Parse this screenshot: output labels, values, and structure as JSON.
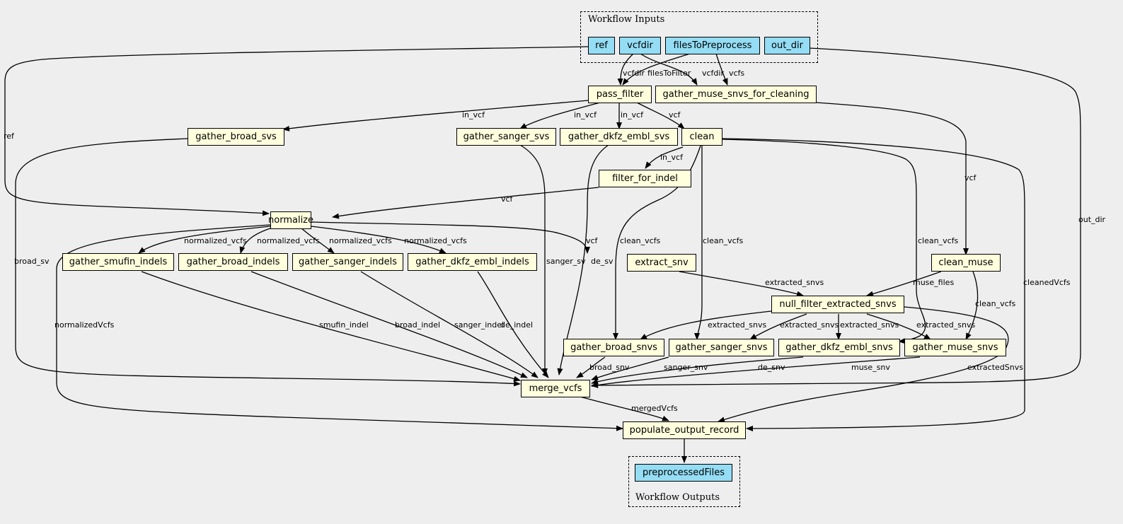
{
  "clusters": {
    "inputs_label": "Workflow Inputs",
    "outputs_label": "Workflow Outputs"
  },
  "inputs": {
    "ref": "ref",
    "vcfdir": "vcfdir",
    "files_to_preprocess": "filesToPreprocess",
    "out_dir": "out_dir"
  },
  "outputs": {
    "preprocessed_files": "preprocessedFiles"
  },
  "steps": {
    "pass_filter": "pass_filter",
    "gather_muse_snvs_for_cleaning": "gather_muse_snvs_for_cleaning",
    "gather_broad_svs": "gather_broad_svs",
    "gather_sanger_svs": "gather_sanger_svs",
    "gather_dkfz_embl_svs": "gather_dkfz_embl_svs",
    "clean": "clean",
    "filter_for_indel": "filter_for_indel",
    "normalize": "normalize",
    "gather_smufin_indels": "gather_smufin_indels",
    "gather_broad_indels": "gather_broad_indels",
    "gather_sanger_indels": "gather_sanger_indels",
    "gather_dkfz_embl_indels": "gather_dkfz_embl_indels",
    "extract_snv": "extract_snv",
    "clean_muse": "clean_muse",
    "null_filter_extracted_snvs": "null_filter_extracted_snvs",
    "gather_broad_snvs": "gather_broad_snvs",
    "gather_sanger_snvs": "gather_sanger_snvs",
    "gather_dkfz_embl_snvs": "gather_dkfz_embl_snvs",
    "gather_muse_snvs": "gather_muse_snvs",
    "merge_vcfs": "merge_vcfs",
    "populate_output_record": "populate_output_record"
  },
  "edge_labels": {
    "ref": "ref",
    "vcfdir_pass": "vcfdir",
    "files_to_filter": "filesToFilter",
    "vcfdir_muse": "vcfdir",
    "vcfs": "vcfs",
    "in_vcf_broad": "in_vcf",
    "in_vcf_sanger": "in_vcf",
    "in_vcf_dkfz": "in_vcf",
    "vcf_clean": "vcf",
    "in_vcf_indel": "in_vcf",
    "vcf_normalize": "vcf",
    "vcf_clean_muse": "vcf",
    "out_dir": "out_dir",
    "broad_sv": "broad_sv",
    "sanger_sv": "sanger_sv",
    "de_sv": "de_sv",
    "norm_smufin": "normalized_vcfs",
    "norm_broad": "normalized_vcfs",
    "norm_sanger": "normalized_vcfs",
    "norm_dkfz": "normalized_vcfs",
    "vcf_extract": "vcf",
    "clean_vcfs_broad": "clean_vcfs",
    "clean_vcfs_sanger": "clean_vcfs",
    "clean_vcfs_dkfz": "clean_vcfs",
    "cleaned_vcfs": "cleanedVcfs",
    "extracted_snvs": "extracted_snvs",
    "muse_files": "muse_files",
    "clean_vcfs_muse": "clean_vcfs",
    "normalized_vcfs_out": "normalizedVcfs",
    "smufin_indel": "smufin_indel",
    "broad_indel": "broad_indel",
    "sanger_indel": "sanger_indel",
    "de_indel": "de_indel",
    "ex_broad": "extracted_snvs",
    "ex_sanger": "extracted_snvs",
    "ex_dkfz": "extracted_snvs",
    "ex_muse": "extracted_snvs",
    "broad_snv": "broad_snv",
    "sanger_snv": "sanger_snv",
    "de_snv": "de_snv",
    "muse_snv": "muse_snv",
    "extracted_snvs_out": "extractedSnvs",
    "merged_vcfs": "mergedVcfs"
  }
}
